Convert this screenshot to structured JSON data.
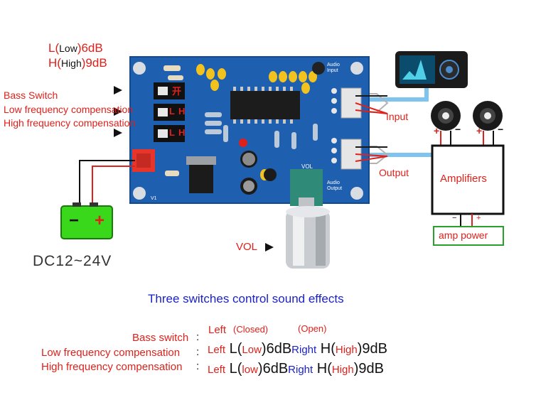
{
  "legend_top": {
    "l_prefix": "L(",
    "l_low": "Low",
    "l_value": ")6dB",
    "h_prefix": "H(",
    "h_high": "High",
    "h_value": ")9dB"
  },
  "left_labels": {
    "bass_switch": "Bass Switch",
    "low_comp": "Low frequency compensation",
    "high_comp": "High frequency compensation"
  },
  "board": {
    "switch_on": "开",
    "switch_l": "L",
    "switch_h": "H",
    "vol_silk": "VOL",
    "input_silk": "Audio Input",
    "output_silk": "Audio Output",
    "v1_silk": "V1"
  },
  "connections": {
    "input": "Input",
    "output": "Output",
    "amplifiers": "Amplifiers",
    "amp_power": "amp power",
    "vol": "VOL",
    "battery_minus": "−",
    "battery_plus": "+",
    "dc_label": "DC12~24V",
    "speaker_plus": "+",
    "speaker_minus": "−",
    "amp_minus": "−",
    "amp_plus": "+"
  },
  "bottom": {
    "title": "Three switches control sound effects",
    "row1_label": "Bass switch",
    "row1_colon": ":",
    "row1_left": "Left",
    "row1_closed": "(Closed)",
    "row1_open": "(Open)",
    "row2_label": "Low frequency compensation",
    "row2_colon": ":",
    "row2_left": "Left",
    "row2_l": "L(",
    "row2_low": "Low",
    "row2_lval": ")6dB",
    "row2_right": "Right",
    "row2_h": "H(",
    "row2_high": "High",
    "row2_hval": ")9dB",
    "row3_label": "High frequency compensation",
    "row3_colon": ":",
    "row3_left": "Left",
    "row3_l": "L(",
    "row3_low": "low",
    "row3_lval": ")6dB",
    "row3_right": "Right",
    "row3_h": "H(",
    "row3_high": "High",
    "row3_hval": ")9dB"
  },
  "colors": {
    "board": "#1f5fb0",
    "wire_blue": "#7ec4ee",
    "wire_red": "#e0201a",
    "battery": "#39d81a",
    "amp_power_border": "#2aa02a",
    "accent_red": "#e0201a",
    "accent_blue": "#1a22c8"
  }
}
